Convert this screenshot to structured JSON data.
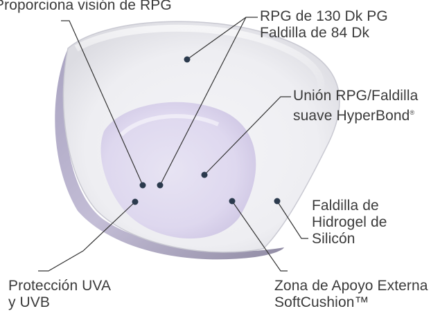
{
  "labels": {
    "rpg_vision": "Proporciona visión de RPG",
    "rpg_dk_line1": "RPG de 130 Dk PG",
    "rpg_dk_line2": "Faldilla de 84 Dk",
    "union_line1": "Unión RPG/Faldilla",
    "union_line2": "suave HyperBond",
    "union_mark": "®",
    "skirt_line1": "Faldilla de",
    "skirt_line2": "Hidrogel de",
    "skirt_line3": "Silicón",
    "uv_line1": "Protección UVA",
    "uv_line2": "y UVB",
    "zone_line1": "Zona de Apoyo Externa",
    "zone_line2": "SoftCushion™"
  },
  "colors": {
    "leader": "#333333",
    "dot": "#2b3a4d",
    "text": "#3a3a3a",
    "lens_tint": "#cfc6e6",
    "lens_edge": "#8c86a4"
  }
}
